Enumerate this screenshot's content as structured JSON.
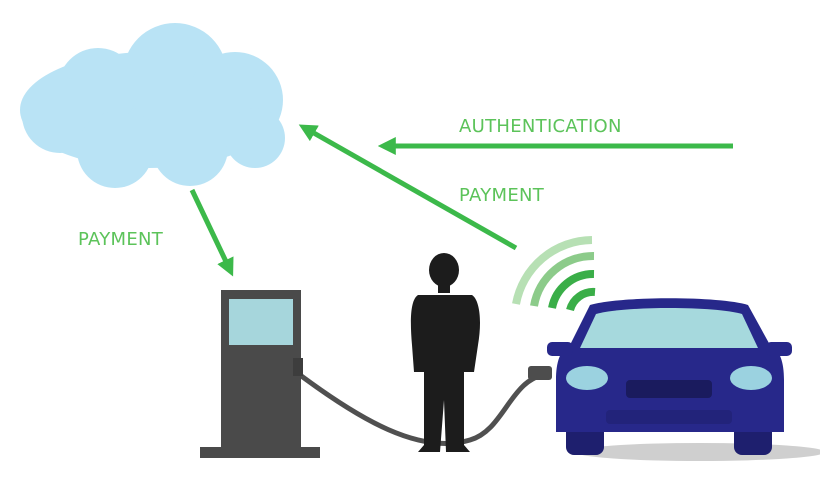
{
  "labels": {
    "authentication": "AUTHENTICATION",
    "payment_car_to_cloud": "PAYMENT",
    "payment_cloud_to_station": "PAYMENT"
  },
  "colors": {
    "arrow_green": "#3cb94a",
    "label_green": "#5cc35a",
    "cloud_fill": "#b9e3f5",
    "station_body": "#4a4a4a",
    "station_screen": "#a6d6dc",
    "cable": "#505050",
    "car_body": "#27288a",
    "car_glass": "#a6d9dd",
    "car_lights": "#9bd2e0",
    "person": "#1c1c1c",
    "wifi_strong": "#3aae48",
    "wifi_faded": "#b7e0b4"
  },
  "icons": [
    "cloud-icon",
    "charging-station-icon",
    "person-icon",
    "wireless-signal-icon",
    "car-icon"
  ]
}
